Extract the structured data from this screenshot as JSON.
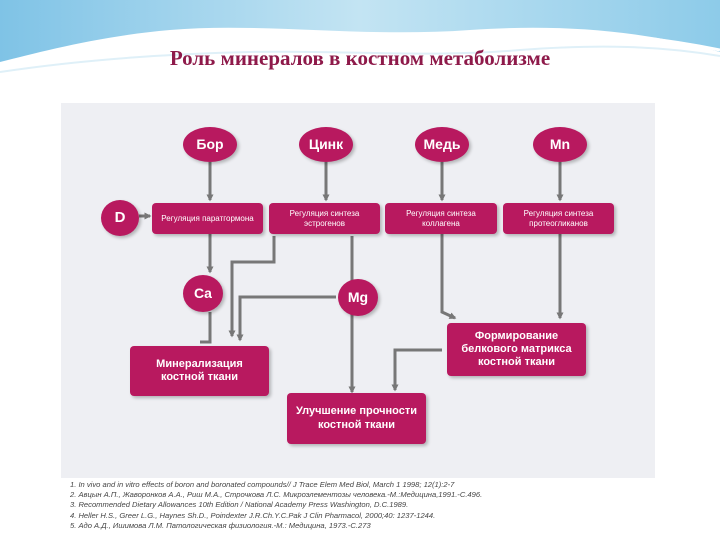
{
  "slide": {
    "title": "Роль минералов в костном метаболизме"
  },
  "diagram": {
    "minerals": {
      "boron": "Бор",
      "zinc": "Цинк",
      "copper": "Медь",
      "manganese": "Mn"
    },
    "vitamin_d": "D",
    "regulation": {
      "parathormone": "Регуляция паратгормона",
      "estrogens": "Регуляция синтеза эстрогенов",
      "collagen": "Регуляция синтеза коллагена",
      "proteoglycans": "Регуляция синтеза протеогликанов"
    },
    "calcium": "Ca",
    "magnesium": "Mg",
    "mineralization": "Минерализация костной ткани",
    "protein_matrix": "Формирование белкового матрикса костной ткани",
    "strength": "Улучшение прочности костной ткани"
  },
  "references": [
    "1. In vivo and in vitro effects of boron and boronated compounds// J Trace Elem Med Biol, March 1 1998; 12(1):2-7",
    "2. Авцын А.П., Жаворонков А.А., Риш М.А., Строчкова Л.С. Микроэлементозы человека.-М.:Медицина,1991.-С.496.",
    "3. Recommended Dietary Allowances 10th Edition / National Academy Press Washington, D.C.1989.",
    "4. Heller H.S., Greer L.G., Haynes Sh.D., Poindexter J.R.Ch.Y.C.Pak J Clin Pharmacol, 2000;40: 1237-1244.",
    "5. Адо А.Д., Ишимова Л.М. Патологическая физиология.-М.: Медицина, 1973.-С.273"
  ],
  "colors": {
    "node": "#b8195f",
    "arrow": "#777777",
    "title": "#8e1a4a",
    "panel": "#eeeff3"
  }
}
